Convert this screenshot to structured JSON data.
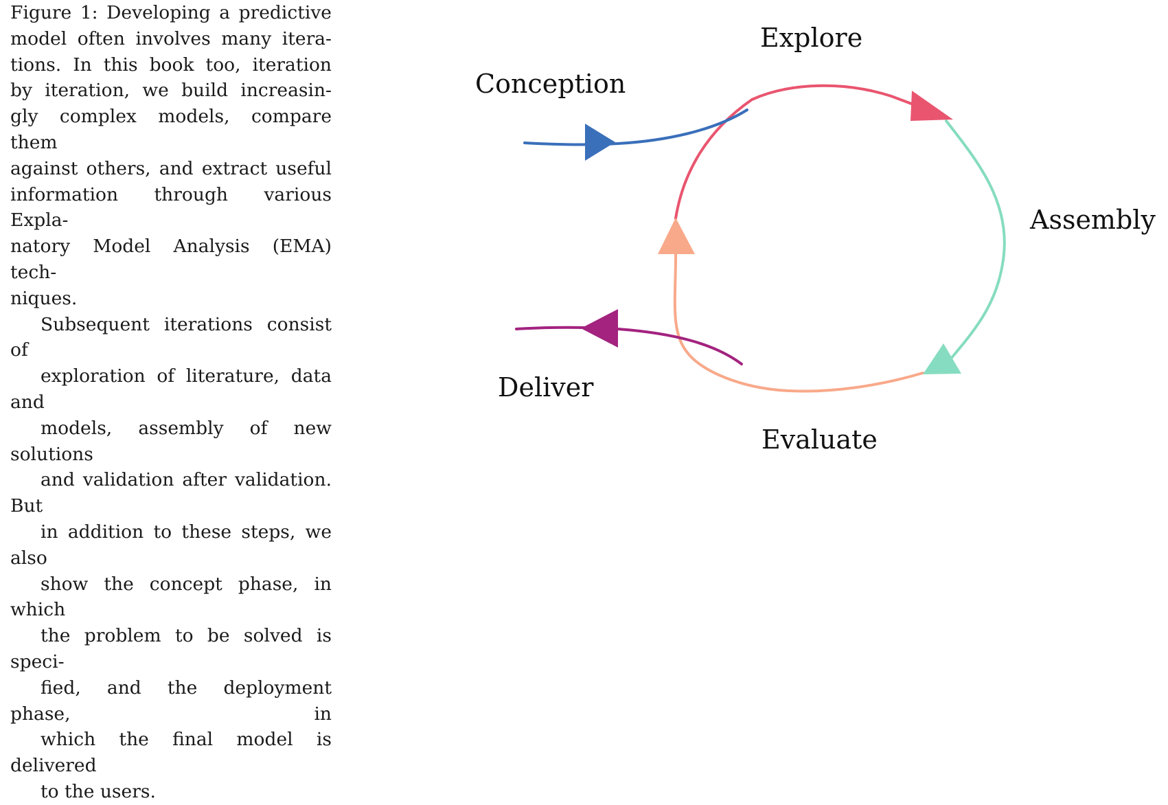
{
  "caption": {
    "paragraph1": "Figure 1: Developing a predictive model often involves many itera-tions. In this book too, iteration by iteration, we build increasing-ly complex models, compare them against others, and extract useful information through various Expla-natory Model Analysis (EMA) tech-niques.",
    "paragraph1_lines": [
      "Figure 1: Developing a predictive",
      "model often involves many itera-",
      "tions. In this book too, iteration",
      "by iteration, we build increasin-",
      "gly complex models, compare them",
      "against others, and extract useful",
      "information through various Expla-",
      "natory Model Analysis (EMA) tech-",
      "niques."
    ],
    "paragraph2_lines": [
      "Subsequent iterations consist of",
      "exploration of literature, data and",
      "models, assembly of new solutions",
      "and validation after validation. But",
      "in addition to these steps, we also",
      "show the concept phase, in which",
      "the problem to be solved is speci-",
      "fied, and the deployment phase, in",
      "which the final model is delivered",
      "to the users."
    ]
  },
  "diagram": {
    "labels": {
      "conception": "Conception",
      "explore": "Explore",
      "assembly": "Assembly",
      "evaluate": "Evaluate",
      "deliver": "Deliver"
    },
    "colors": {
      "conception": "#3a6fba",
      "explore": "#e9556f",
      "assembly": "#86dcc0",
      "evaluate": "#f8a98a",
      "deliver": "#a3237f"
    }
  }
}
